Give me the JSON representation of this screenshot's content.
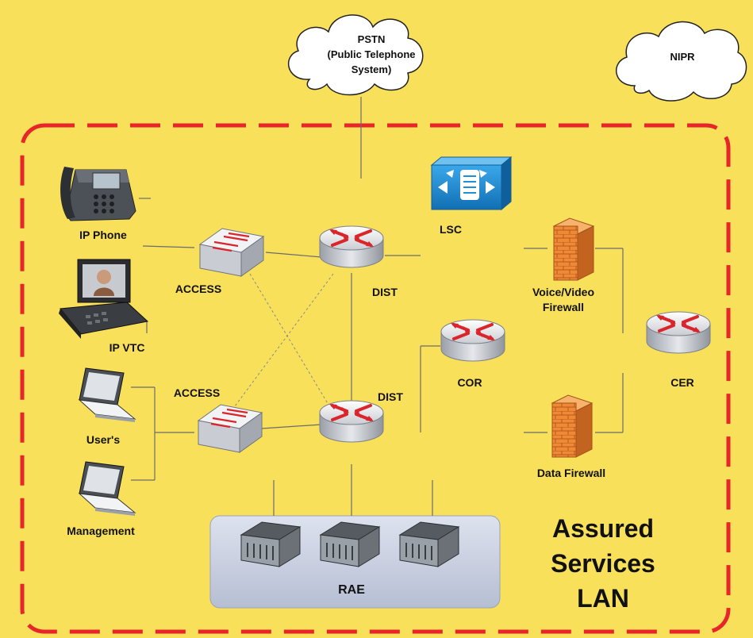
{
  "clouds": {
    "pstn": {
      "line1": "PSTN",
      "line2": "(Public Telephone",
      "line3": "System)"
    },
    "nipr": "NIPR"
  },
  "devices": {
    "ip_phone": "IP Phone",
    "ip_vtc": "IP VTC",
    "users": "User's",
    "management": "Management",
    "access_top": "ACCESS",
    "access_bottom": "ACCESS",
    "dist_top": "DIST",
    "dist_bottom": "DIST",
    "lsc": "LSC",
    "cor": "COR",
    "voice_video_firewall_line1": "Voice/Video",
    "voice_video_firewall_line2": "Firewall",
    "data_firewall": "Data Firewall",
    "cer": "CER",
    "rae": "RAE"
  },
  "zone": {
    "line1": "Assured",
    "line2": "Services",
    "line3": "LAN",
    "boundary_color": "#e8262a"
  },
  "colors": {
    "background": "#f9e05a",
    "router_arrows": "#d9252b",
    "lsc_blue": "#1f8fd6",
    "firewall": "#e67a2a",
    "rae_panel": "#c6cde0"
  }
}
